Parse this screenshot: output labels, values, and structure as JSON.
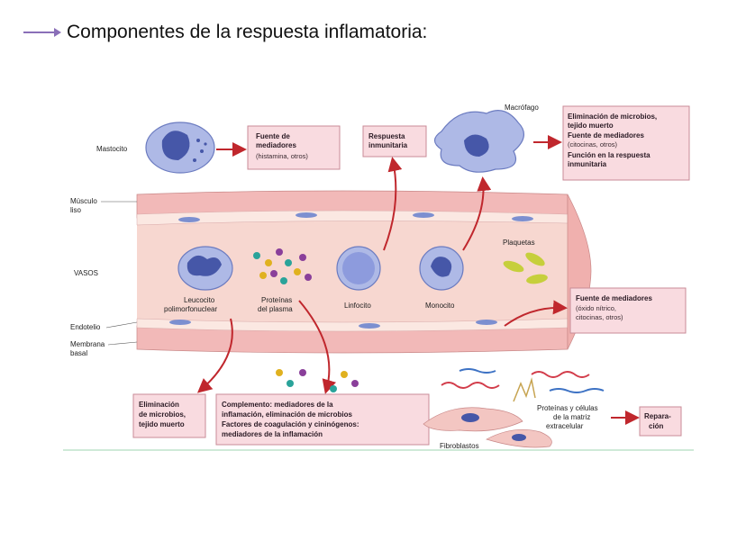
{
  "heading": {
    "text": "Componentes de la respuesta inflamatoria:",
    "arrow_color": "#8a6fb8"
  },
  "colors": {
    "vessel_wall": "#f2b9b8",
    "vessel_lumen": "#f7d7d0",
    "box_fill": "#f9dbe0",
    "box_border": "#c98b97",
    "arrow": "#c0272d",
    "cell_fill": "#aeb9e6",
    "nucleus": "#4657a8",
    "platelet": "#c6cf3c",
    "divider": "#9fd6b0"
  },
  "labels": {
    "mastocito": "Mastocito",
    "macrofago": "Macrófago",
    "musculo": [
      "Músculo",
      "liso"
    ],
    "vasos": "VASOS",
    "endotelio": "Endotelio",
    "membrana": [
      "Membrana",
      "basal"
    ],
    "leucocito": [
      "Leucocito",
      "polimorfonuclear"
    ],
    "proteinas": [
      "Proteínas",
      "del plasma"
    ],
    "linfocito": "Linfocito",
    "monocito": "Monocito",
    "plaquetas": "Plaquetas",
    "matriz": [
      "Proteínas y células",
      "de la matriz",
      "extracelular"
    ],
    "fibroblastos": "Fibroblastos"
  },
  "boxes": {
    "mastocito_box": [
      "Fuente de",
      "mediadores",
      "(histamina, otros)"
    ],
    "respuesta": [
      "Respuesta",
      "inmunitaria"
    ],
    "macrofago_box": [
      "Eliminación de microbios,",
      "tejido muerto",
      "Fuente de mediadores",
      "(citocinas, otros)",
      "Función en la respuesta",
      "inmunitaria"
    ],
    "endotelio_box": [
      "Fuente de mediadores",
      "(óxido nítrico,",
      "citocinas, otros)"
    ],
    "eliminacion": [
      "Eliminación",
      "de microbios,",
      "tejido muerto"
    ],
    "complemento": [
      "Complemento: mediadores de la",
      "inflamación, eliminación de microbios",
      "Factores de coagulación y cininógenos:",
      "mediadores de la inflamación"
    ],
    "reparacion": [
      "Repara-",
      "ción"
    ]
  }
}
